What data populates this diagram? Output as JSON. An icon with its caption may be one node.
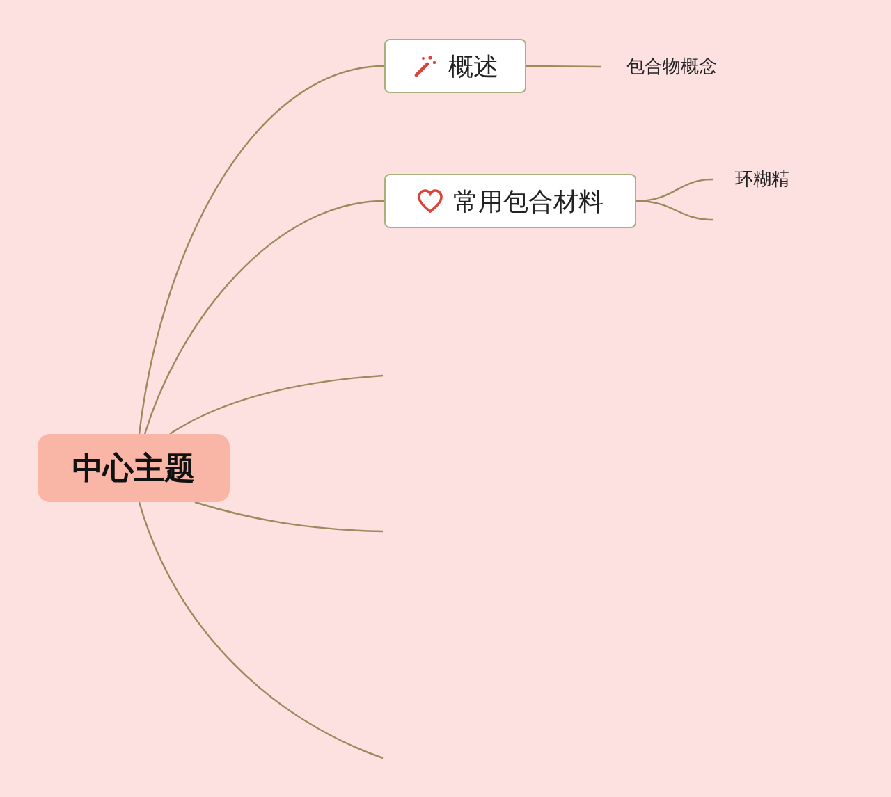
{
  "diagram": {
    "nodes": [
      {
        "text": [
          "中心主题"
        ]
      },
      {
        "text": [
          "概述"
        ]
      },
      {
        "text": [
          "常用包合材料"
        ]
      },
      {
        "text": [
          "包合物概念"
        ]
      },
      {
        "text": [
          "环糊精"
        ]
      }
    ],
    "edges": [
      {
        "from": 0,
        "to": 1,
        "arrow": "none"
      },
      {
        "from": 0,
        "to": 2,
        "arrow": "none"
      },
      {
        "from": 0,
        "to": null,
        "arrow": "none"
      },
      {
        "from": 0,
        "to": null,
        "arrow": "none"
      },
      {
        "from": 0,
        "to": null,
        "arrow": "none"
      },
      {
        "from": 1,
        "to": 3,
        "arrow": "none"
      },
      {
        "from": 2,
        "to": 4,
        "arrow": "none"
      },
      {
        "from": 2,
        "to": null,
        "arrow": "none"
      }
    ]
  }
}
